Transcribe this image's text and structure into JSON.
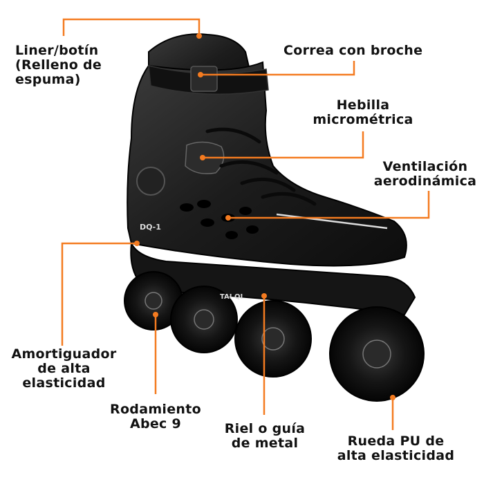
{
  "colors": {
    "leader_line": "#F47B20",
    "text": "#111111",
    "skate_body": "#1a1a1a",
    "skate_highlight": "#4a4a4a",
    "background": "#ffffff"
  },
  "labels": {
    "liner": "Liner/botín\n(Relleno de\nespuma)",
    "strap": "Correa con broche",
    "buckle": "Hebilla\nmicrométrica",
    "ventilation": "Ventilación\naerodinámica",
    "shock": "Amortiguador\nde alta\nelasticidad",
    "bearing": "Rodamiento\nAbec 9",
    "rail": "Riel o guía\nde metal",
    "wheel": "Rueda PU de\nalta elasticidad"
  },
  "skate_markings": {
    "model": "DQ-1",
    "brand": "TAI QI"
  }
}
